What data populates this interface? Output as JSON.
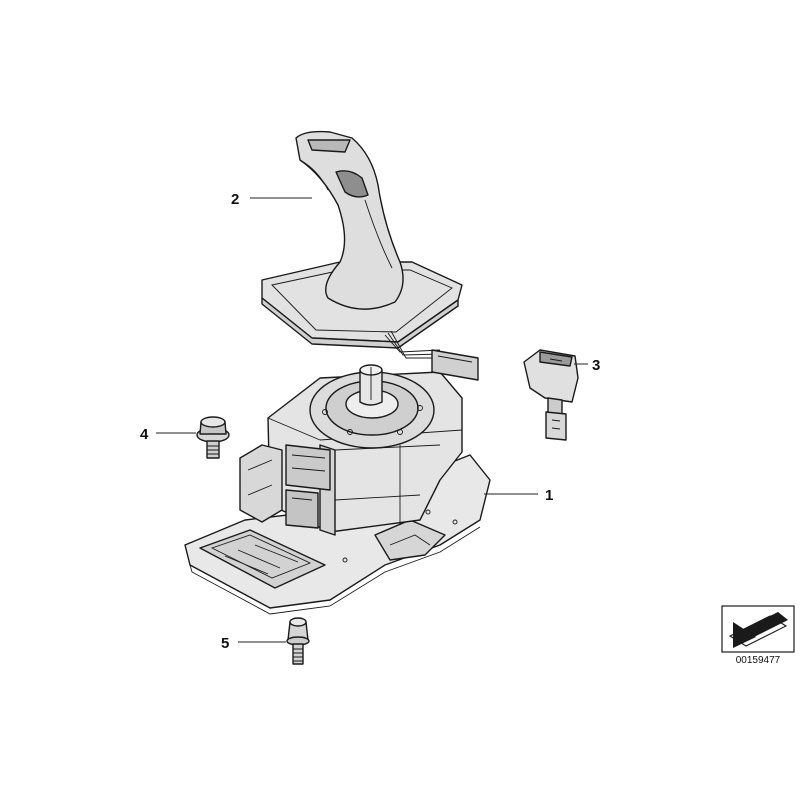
{
  "callouts": [
    {
      "id": "1",
      "label": "1"
    },
    {
      "id": "2",
      "label": "2"
    },
    {
      "id": "3",
      "label": "3"
    },
    {
      "id": "4",
      "label": "4"
    },
    {
      "id": "5",
      "label": "5"
    }
  ],
  "reference_code": "00159477",
  "colors": {
    "line": "#1a1a1a",
    "part_fill": "#e6e6e6",
    "shade_fill": "#cfcfcf",
    "dark_fill": "#9a9a9a",
    "background": "#ffffff"
  },
  "icons": [
    "view-direction-arrow-icon"
  ]
}
